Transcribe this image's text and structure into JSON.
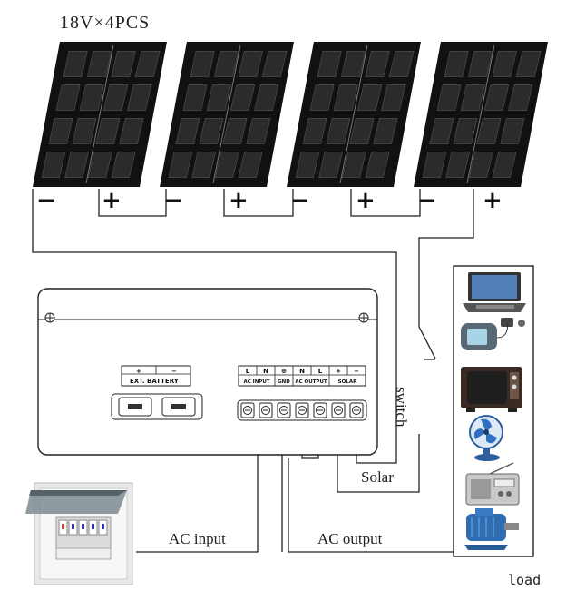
{
  "title": "18V×4PCS",
  "panel_count": 4,
  "panel_terminals": [
    "−",
    "+"
  ],
  "battery_block": {
    "plus": "+",
    "minus": "−",
    "label": "EXT. BATTERY"
  },
  "terminal_block": {
    "top": [
      "L",
      "N",
      "⊕",
      "N",
      "L",
      "+",
      "−"
    ],
    "bottom": [
      "AC INPUT",
      "GND",
      "AC OUTPUT",
      "SOLAR"
    ]
  },
  "labels": {
    "solar": "Solar",
    "ac_input": "AC input",
    "ac_output": "AC output",
    "switch": "switch",
    "load": "load"
  },
  "load_devices": [
    "laptop-icon",
    "mobile-phone-icon",
    "television-icon",
    "electric-fan-icon",
    "radio-icon",
    "electric-motor-icon"
  ],
  "colors": {
    "line": "#222222",
    "panel_cell": "#2b2b2b",
    "panel_frame": "#111111",
    "breaker_box": "#e9e9e9"
  }
}
